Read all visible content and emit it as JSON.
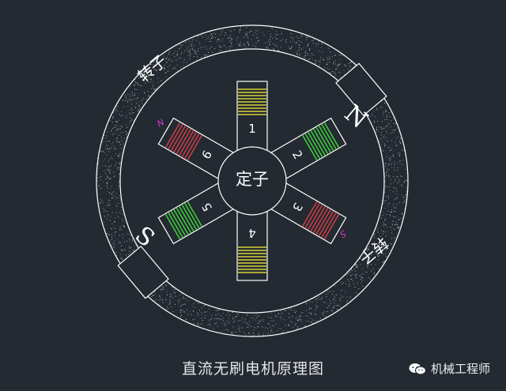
{
  "diagram": {
    "rotor_label": "转子",
    "stator_label": "定子",
    "magnet_north": "N",
    "magnet_south": "S",
    "coil_polarity_north": "N",
    "coil_polarity_south": "S",
    "coils": [
      {
        "number": "1",
        "state": "idle"
      },
      {
        "number": "2",
        "state": "energized-green"
      },
      {
        "number": "3",
        "state": "energized-red"
      },
      {
        "number": "4",
        "state": "idle"
      },
      {
        "number": "5",
        "state": "energized-green"
      },
      {
        "number": "6",
        "state": "energized-red"
      }
    ],
    "colors": {
      "background": "#232a31",
      "line": "#ffffff",
      "coil_idle": "#d9d23a",
      "coil_green": "#3fd13a",
      "coil_red": "#d33c46",
      "polarity_label": "#d43cd0"
    }
  },
  "caption": "直流无刷电机原理图",
  "watermark": {
    "text": "机械工程师",
    "icon": "wechat-icon"
  }
}
